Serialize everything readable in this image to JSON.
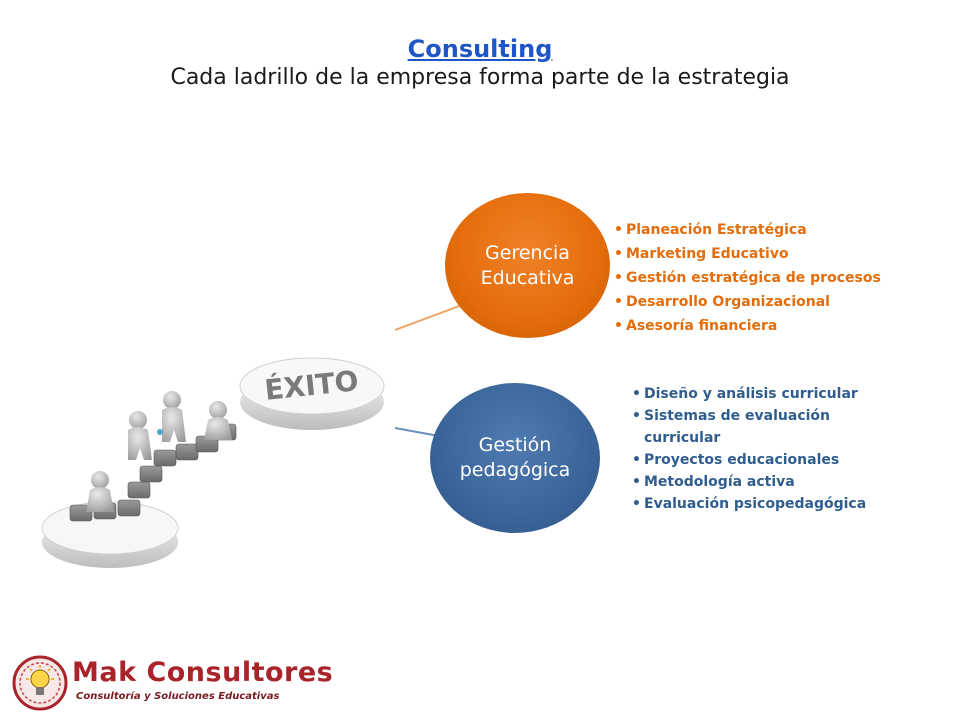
{
  "header": {
    "title": "Consulting",
    "subtitle": "Cada ladrillo de la empresa forma parte de la estrategia"
  },
  "illustration": {
    "label": "ÉXITO"
  },
  "gerencia": {
    "label": "Gerencia Educativa",
    "items": [
      "Planeación Estratégica",
      "Marketing Educativo",
      "Gestión estratégica de procesos",
      "Desarrollo  Organizacional",
      "Asesoría financiera"
    ]
  },
  "gestion": {
    "label": "Gestión pedagógica",
    "items": [
      "Diseño y análisis curricular",
      "Sistemas de evaluación curricular",
      "Proyectos educacionales",
      "Metodología activa",
      "Evaluación psicopedagógica"
    ]
  },
  "logo": {
    "name": "Mak Consultores",
    "tagline": "Consultoría y Soluciones Educativas"
  },
  "colors": {
    "orange": "#e46c0a",
    "blue": "#3b659a",
    "link": "#1f56c7",
    "brand": "#a8232a"
  }
}
